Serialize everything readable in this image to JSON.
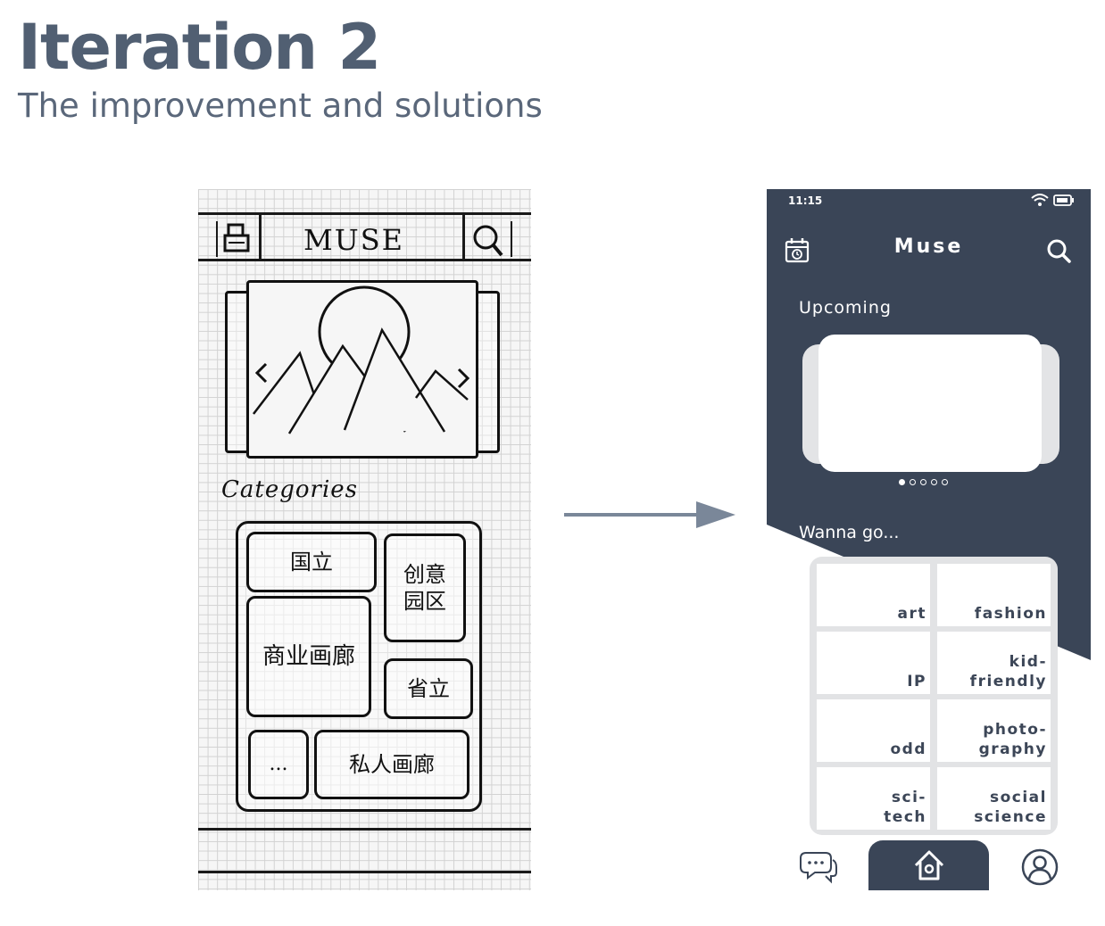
{
  "header": {
    "title": "Iteration 2",
    "subtitle": "The improvement and solutions"
  },
  "sketch": {
    "app_name": "MUSE",
    "section_label": "Categories",
    "categories": [
      "国立",
      "创意园区",
      "商业画廊",
      "省立",
      "...",
      "私人画廊"
    ]
  },
  "phone": {
    "status_time": "11:15",
    "app_title": "Muse",
    "upcoming_label": "Upcoming",
    "carousel": {
      "total": 5,
      "active": 0
    },
    "wanna_label": "Wanna go...",
    "categories": [
      "art",
      "fashion",
      "IP",
      "kid-\nfriendly",
      "odd",
      "photo-\ngraphy",
      "sci-\ntech",
      "social\nscience"
    ],
    "nav": [
      "chat-icon",
      "home-icon",
      "profile-icon"
    ]
  },
  "colors": {
    "dark": "#3a4557",
    "text_heading": "#515f72",
    "arrow": "#7a8799"
  }
}
